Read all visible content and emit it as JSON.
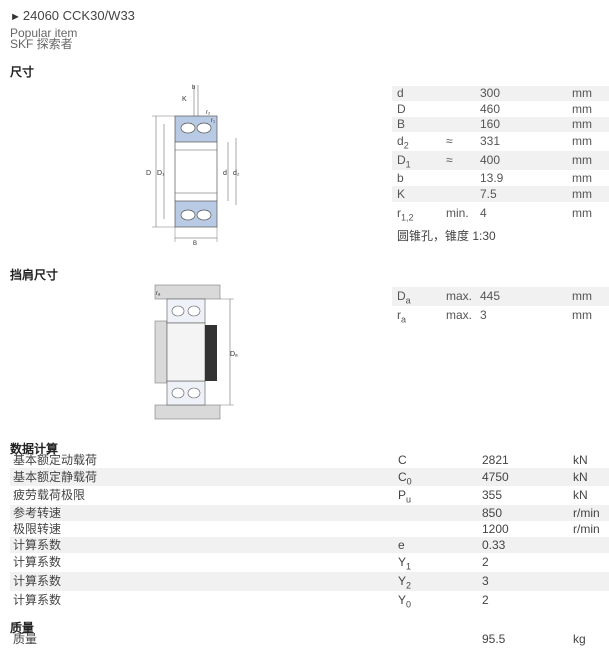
{
  "product": {
    "title_arrow": "►",
    "title": "24060 CCK30/W33",
    "popular": "Popular item",
    "explorer": "SKF 探索者"
  },
  "dimensions": {
    "heading": "尺寸",
    "rows": [
      {
        "sym": "d",
        "sub": "",
        "rel": "",
        "val": "300",
        "unit": "mm"
      },
      {
        "sym": "D",
        "sub": "",
        "rel": "",
        "val": "460",
        "unit": "mm"
      },
      {
        "sym": "B",
        "sub": "",
        "rel": "",
        "val": "160",
        "unit": "mm"
      },
      {
        "sym": "d",
        "sub": "2",
        "rel": "≈",
        "val": "331",
        "unit": "mm"
      },
      {
        "sym": "D",
        "sub": "1",
        "rel": "≈",
        "val": "400",
        "unit": "mm"
      },
      {
        "sym": "b",
        "sub": "",
        "rel": "",
        "val": "13.9",
        "unit": "mm"
      },
      {
        "sym": "K",
        "sub": "",
        "rel": "",
        "val": "7.5",
        "unit": "mm"
      },
      {
        "sym": "r",
        "sub": "1,2",
        "rel": "min.",
        "val": "4",
        "unit": "mm"
      }
    ],
    "note": "圆锥孔，锥度 1:30"
  },
  "abutment": {
    "heading": "挡肩尺寸",
    "rows": [
      {
        "sym": "D",
        "sub": "a",
        "rel": "max.",
        "val": "445",
        "unit": "mm"
      },
      {
        "sym": "r",
        "sub": "a",
        "rel": "max.",
        "val": "3",
        "unit": "mm"
      }
    ]
  },
  "calculation": {
    "heading": "数据计算",
    "rows": [
      {
        "label": "基本额定动载荷",
        "sym": "C",
        "sub": "",
        "val": "2821",
        "unit": "kN"
      },
      {
        "label": "基本额定静载荷",
        "sym": "C",
        "sub": "0",
        "val": "4750",
        "unit": "kN"
      },
      {
        "label": "疲劳载荷极限",
        "sym": "P",
        "sub": "u",
        "val": "355",
        "unit": "kN"
      },
      {
        "label": "参考转速",
        "sym": "",
        "sub": "",
        "val": "850",
        "unit": "r/min"
      },
      {
        "label": "极限转速",
        "sym": "",
        "sub": "",
        "val": "1200",
        "unit": "r/min"
      },
      {
        "label": "计算系数",
        "sym": "e",
        "sub": "",
        "val": "0.33",
        "unit": ""
      },
      {
        "label": "计算系数",
        "sym": "Y",
        "sub": "1",
        "val": "2",
        "unit": ""
      },
      {
        "label": "计算系数",
        "sym": "Y",
        "sub": "2",
        "val": "3",
        "unit": ""
      },
      {
        "label": "计算系数",
        "sym": "Y",
        "sub": "0",
        "val": "2",
        "unit": ""
      }
    ]
  },
  "mass": {
    "heading": "质量",
    "rows": [
      {
        "label": "质量",
        "val": "95.5",
        "unit": "kg"
      }
    ]
  },
  "drawing1": {
    "labels": {
      "b": "b",
      "K": "K",
      "r2": "r₂",
      "r1": "r₁",
      "D": "D",
      "D1": "D₁",
      "d": "d",
      "d2": "d₂",
      "B": "B"
    }
  },
  "drawing2": {
    "labels": {
      "ra": "rₐ",
      "Da": "Dₐ"
    }
  },
  "colors": {
    "bearing": "#b9cbe4",
    "housing": "#d9d9d9",
    "row_alt": "#f1f1f1"
  }
}
